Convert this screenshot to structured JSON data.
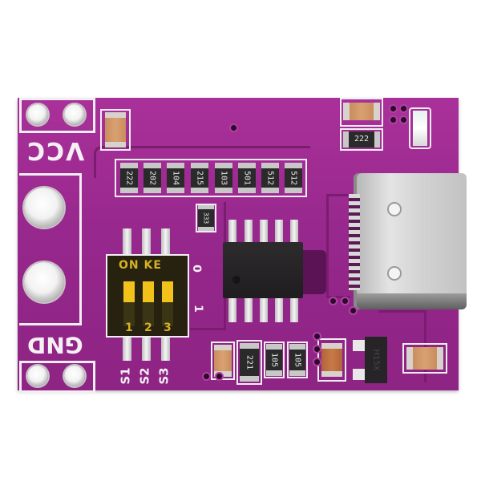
{
  "scene": {
    "description": "Purple PCB module with USB Type-C connector, SOP-10 IC, 3-position DIP switch",
    "board_color": "#9a2a8f",
    "silkscreen_color": "#f3eef3"
  },
  "terminals": {
    "vcc_label": "VCC",
    "gnd_label": "GND"
  },
  "dip_switch": {
    "brand_text": "ON KE",
    "positions": [
      "1",
      "2",
      "3"
    ],
    "switch_labels": [
      "S1",
      "S2",
      "S3"
    ],
    "state_marks": {
      "off": "0",
      "on": "1"
    },
    "body_color": "#2a2612",
    "toggle_color": "#f2c21b"
  },
  "resistors_top_row": [
    "222",
    "202",
    "104",
    "215",
    "103",
    "501",
    "512",
    "512"
  ],
  "resistor_near_ic": "333",
  "resistor_top_right": "222",
  "resistors_bottom_row": [
    "221",
    "105",
    "105"
  ],
  "regulator_marking": "H15X",
  "ic": {
    "package": "SOP-10",
    "pins_per_side": 5
  },
  "usb": {
    "type": "USB-C"
  }
}
